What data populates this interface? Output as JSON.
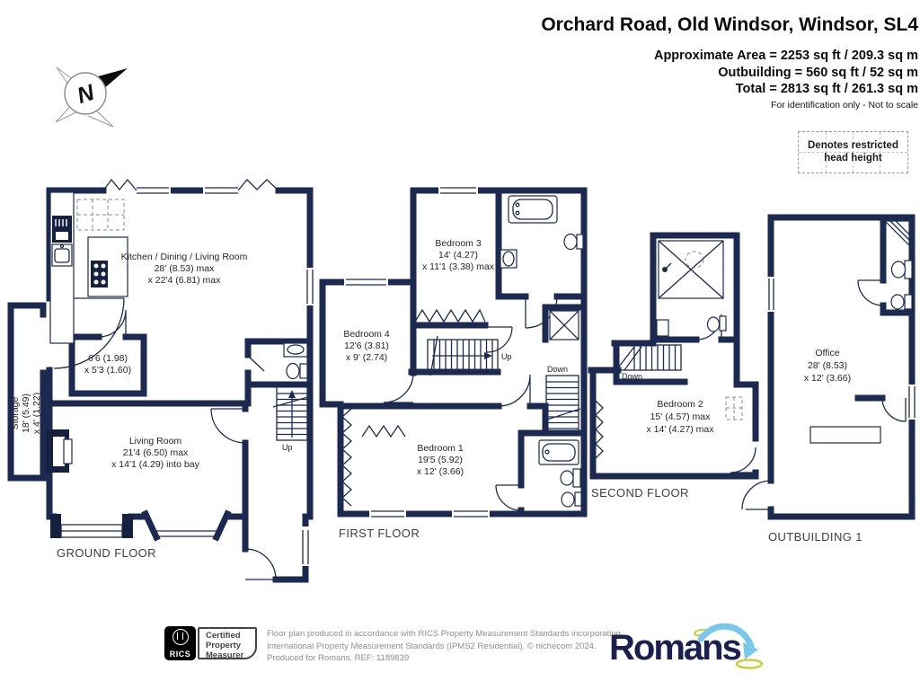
{
  "header": {
    "title": "Orchard Road, Old Windsor, Windsor, SL4",
    "area_lines": [
      "Approximate Area = 2253 sq ft / 209.3 sq m",
      "Outbuilding = 560 sq ft / 52 sq m",
      "Total = 2813 sq ft / 261.3 sq m"
    ],
    "note": "For identification only - Not to scale"
  },
  "legend": {
    "line1": "Denotes restricted",
    "line2": "head height"
  },
  "compass": {
    "north": "N"
  },
  "floors": {
    "ground": {
      "label": "GROUND FLOOR"
    },
    "first": {
      "label": "FIRST FLOOR"
    },
    "second": {
      "label": "SECOND FLOOR"
    },
    "outbuilding": {
      "label": "OUTBUILDING 1"
    }
  },
  "rooms": {
    "kitchen": {
      "name": "Kitchen / Dining / Living Room",
      "dim1": "28' (8.53) max",
      "dim2": "x 22'4 (6.81) max"
    },
    "utility": {
      "dim1": "6'6 (1.98)",
      "dim2": "x 5'3 (1.60)"
    },
    "storage": {
      "name": "Storage",
      "dim1": "18' (5.49)",
      "dim2": "x 4' (1.22)"
    },
    "living_room": {
      "name": "Living Room",
      "dim1": "21'4 (6.50) max",
      "dim2": "x 14'1 (4.29) into bay"
    },
    "bedroom1": {
      "name": "Bedroom 1",
      "dim1": "19'5 (5.92)",
      "dim2": "x 12' (3.66)"
    },
    "bedroom2": {
      "name": "Bedroom 2",
      "dim1": "15' (4.57) max",
      "dim2": "x 14' (4.27) max"
    },
    "bedroom3": {
      "name": "Bedroom 3",
      "dim1": "14' (4.27)",
      "dim2": "x 11'1 (3.38) max"
    },
    "bedroom4": {
      "name": "Bedroom 4",
      "dim1": "12'6 (3.81)",
      "dim2": "x 9' (2.74)"
    },
    "office": {
      "name": "Office",
      "dim1": "28' (8.53)",
      "dim2": "x 12' (3.66)"
    }
  },
  "stairs": {
    "up": "Up",
    "down": "Down"
  },
  "footer": {
    "rics_brand": "RICS",
    "cert": {
      "line1": "Certified",
      "line2": "Property",
      "line3": "Measurer"
    },
    "disclaimer_lines": [
      "Floor plan produced in accordance with RICS Property Measurement Standards incorporating",
      "International Property Measurement Standards (IPMS2 Residential).  © nichecom 2024.",
      "Produced for Romans.   REF: 1189839"
    ],
    "romans_brand": "Romans"
  },
  "colors": {
    "wall": "#1c2a52",
    "accent_blue": "#79c7ea",
    "accent_yellow": "#c9cf36"
  }
}
